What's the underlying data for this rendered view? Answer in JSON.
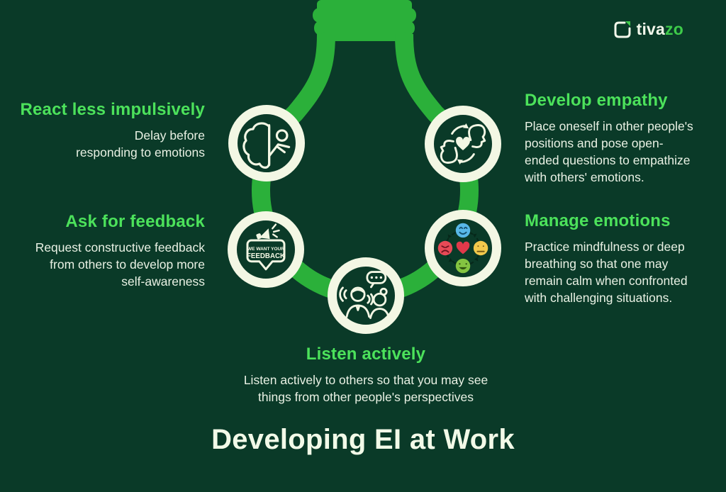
{
  "colors": {
    "background": "#0a3a28",
    "bulb_green": "#2bb03a",
    "heading_green": "#4ce25b",
    "cream": "#f3f7e4",
    "body_text": "#e9f1e4"
  },
  "logo": {
    "name_white": "tiva",
    "name_green": "zo",
    "icon": "tivazo-capture-square-icon"
  },
  "title": "Developing EI at Work",
  "sections": {
    "react": {
      "heading": "React less impulsively",
      "lines": [
        "Delay before",
        "responding to emotions"
      ],
      "icon": "brain-person-icon"
    },
    "feedback": {
      "heading": "Ask for feedback",
      "lines": [
        "Request constructive feedback",
        "from others to develop more",
        "self-awareness"
      ],
      "icon": "feedback-speech-bubble-icon",
      "icon_text_line1": "WE WANT YOUR",
      "icon_text_line2": "FEEDBACK"
    },
    "empathy": {
      "heading": "Develop empathy",
      "lines": [
        "Place oneself in other people's",
        "positions and pose open-",
        "ended questions to empathize",
        "with others' emotions."
      ],
      "icon": "empathy-heads-heart-icon"
    },
    "emotions": {
      "heading": "Manage emotions",
      "lines": [
        "Practice mindfulness or deep",
        "breathing so that one may",
        "remain calm when confronted",
        "with challenging situations."
      ],
      "icon": "emoji-cycle-heart-icon"
    },
    "listen": {
      "heading": "Listen actively",
      "lines": [
        "Listen actively to others so that you may see",
        "things from other people's perspectives"
      ],
      "icon": "listening-people-icon"
    }
  }
}
